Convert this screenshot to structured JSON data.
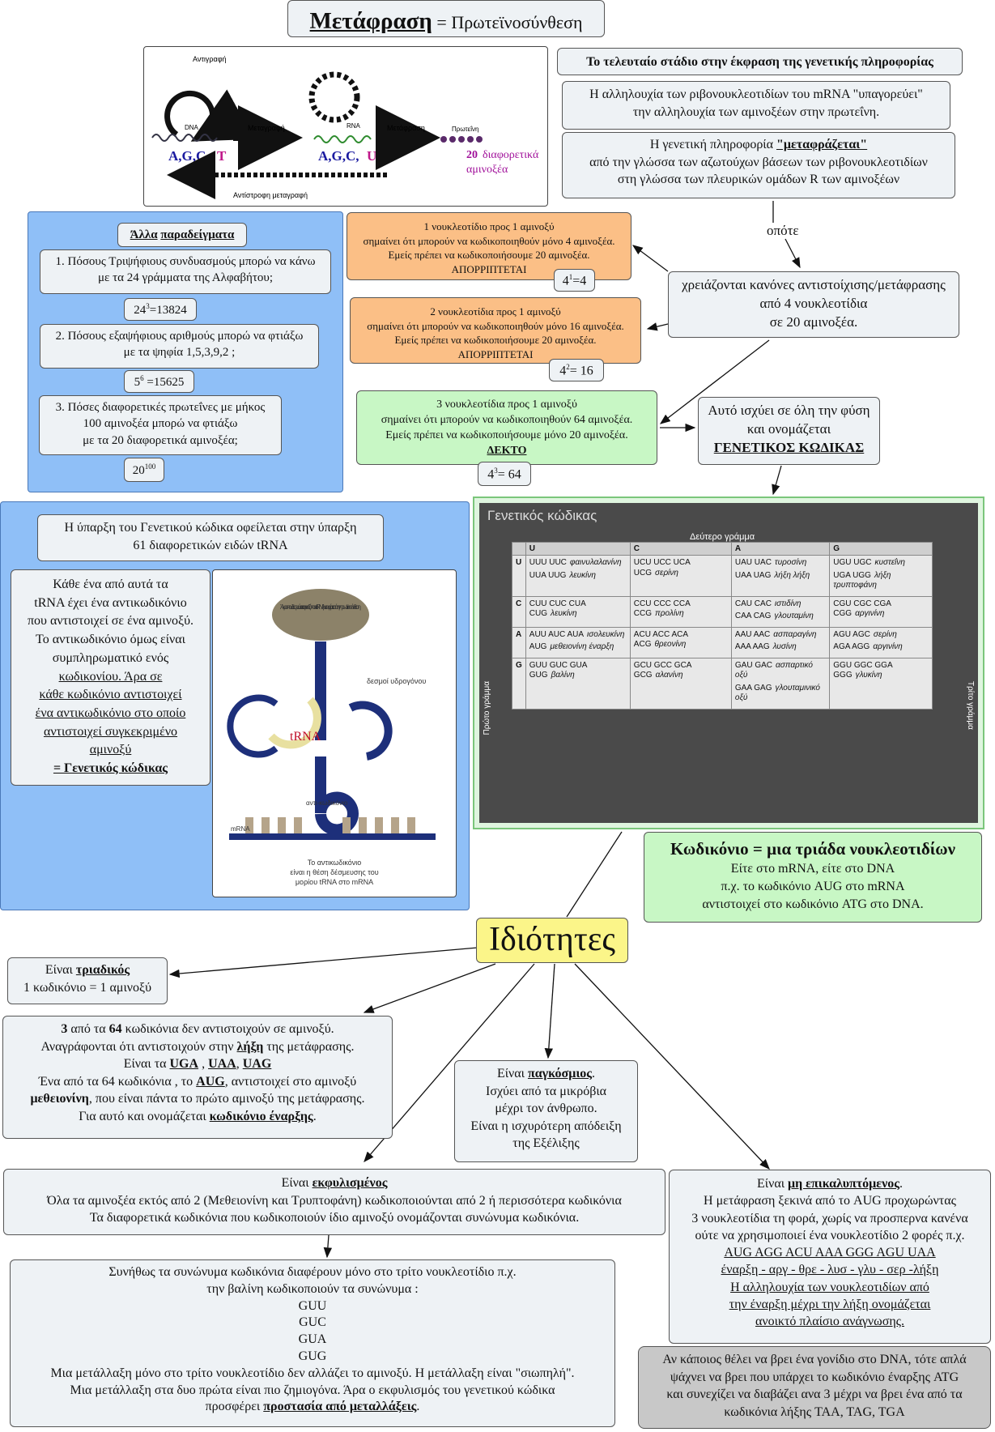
{
  "title": {
    "main": "Μετάφραση",
    "rest": " = Πρωτεϊνοσύνθεση"
  },
  "flow": {
    "replication": "Αντιγραφή",
    "transcription": "Μεταγραφή",
    "translation": "Μετάφραση",
    "reverse": "Αντίστροφη μεταγραφή",
    "dna": "DNA",
    "rna": "RNA",
    "protein": "Πρωτεΐνη",
    "dna_bases": "A,G,C,",
    "dna_t": "T",
    "rna_bases": "A,G,C,",
    "rna_u": "U",
    "aa_num": "20",
    "aa_text": "διαφορετικά",
    "aa_text2": "αμινοξέα"
  },
  "heading_right": "Το τελευταίο στάδιο στην έκφραση της γενετικής πληροφορίας",
  "seq_box": {
    "l1": "Η αλληλουχία των ριβονουκλεοτιδίων του mRNA \"υπαγορεύει\"",
    "l2": "την αλληλουχία των αμινοξέων στην πρωτεΐνη."
  },
  "translate_box": {
    "l1a": "Η γενετική πληροφορία ",
    "l1b": "\"μεταφράζεται\"",
    "l2": "από την γλώσσα των αζωτούχων βάσεων των ριβονουκλεοτιδίων",
    "l3": "στη γλώσσα των πλευρικών ομάδων R των αμινοξέων"
  },
  "opote": "οπότε",
  "rules_box": {
    "l1": "χρειάζονται κανόνες αντιστοίχισης/μετάφρασης",
    "l2": "από 4 νουκλεοτίδια",
    "l3": "σε 20 αμινοξέα."
  },
  "nature_box": {
    "l1": "Αυτό ισχύει σε όλη την φύση",
    "l2": "και ονομάζεται",
    "l3": "ΓΕΝΕΤΙΚΟΣ ΚΩΔΙΚΑΣ"
  },
  "opt1": {
    "l1": "1 νουκλεοτίδιο προς 1 αμινοξύ",
    "l2": "σημαίνει ότι μπορούν να κωδικοποιηθούν μόνο 4 αμινοξέα.",
    "l3": "Εμείς πρέπει να κωδικοποιήσουμε 20 αμινοξέα.",
    "l4": "ΑΠΟΡΡΙΠΤΕΤΑΙ",
    "pow_base": "4",
    "pow_exp": "1",
    "pow_res": "=4"
  },
  "opt2": {
    "l1": "2 νουκλεοτίδια προς 1 αμινοξύ",
    "l2": "σημαίνει ότι μπορούν να κωδικοποιηθούν μόνο 16 αμινοξέα.",
    "l3": "Εμείς πρέπει να κωδικοποιήσουμε 20 αμινοξέα.",
    "l4": "ΑΠΟΡΡΙΠΤΕΤΑΙ",
    "pow_base": "4",
    "pow_exp": "2",
    "pow_res": "= 16"
  },
  "opt3": {
    "l1": "3 νουκλεοτίδια προς 1 αμινοξύ",
    "l2": "σημαίνει ότι μπορούν να κωδικοποιηθούν 64 αμινοξέα.",
    "l3": "Εμείς πρέπει να κωδικοποιήσουμε μόνο 20 αμινοξέα.",
    "l4": "ΔΕΚΤΟ",
    "pow_base": "4",
    "pow_exp": "3",
    "pow_res": "= 64"
  },
  "examples": {
    "title_a": "Άλλα",
    "title_b": "παραδείγματα",
    "e1": "1. Πόσους Τριψήφιους συνδυασμούς μπορώ να κάνω",
    "e1b": "με τα 24 γράμματα της Αλφαβήτου;",
    "r1_base": "24",
    "r1_exp": "3",
    "r1_res": "=13824",
    "e2": "2. Πόσους εξαψήφιους αριθμούς μπορώ να φτιάξω",
    "e2b": "με τα ψηφία 1,5,3,9,2 ;",
    "r2_base": "5",
    "r2_exp": "6",
    "r2_res": " =15625",
    "e3": "3. Πόσες διαφορετικές πρωτεΐνες με μήκος",
    "e3b": "100 αμινοξέα  μπορώ να φτιάξω",
    "e3c": "με τα 20 διαφορετικά αμινοξέα;",
    "r3_base": "20",
    "r3_exp": "100"
  },
  "trna": {
    "head1": "Η ύπαρξη του Γενετικού κώδικα οφείλεται στην ύπαρξη",
    "head2": "61 διαφορετικών ειδών tRNA",
    "t1": "Κάθε ένα από αυτά τα",
    "t2": "tRNA έχει ένα αντικωδικόνιο",
    "t3": "που αντιστοιχεί σε ένα αμινοξύ.",
    "t4": "Το αντικωδικόνιο όμως είναι",
    "t5": "συμπληρωματικό ενός",
    "t6": "κωδικονίου. Άρα σε",
    "t7": "κάθε κωδικόνιο αντιστοιχεί",
    "t8": "ένα αντικωδικόνιο στο οποίο",
    "t9": "αντιστοιχεί συγκεκριμένο",
    "t10": "αμινοξύ ",
    "t11": "= Γενετικός κώδικας",
    "img_top": "Άκρο που δεσμεύεται το αμινοξύ που το tRNA μεταφέρει κατά την πρωτεϊνοσύνθεση",
    "img_h": "δεσμοί υδρογόνου",
    "img_label": "tRNA",
    "img_anti": "αντι-κωδικόνιο",
    "img_mrna": "mRNA",
    "img_cap1": "Το αντικωδικόνιο",
    "img_cap2": "είναι η θέση δέσμευσης του",
    "img_cap3": "μορίου tRNA στο mRNA"
  },
  "genetic_code": {
    "title": "Γενετικός κώδικας",
    "second": "Δεύτερο γράμμα",
    "first": "Πρώτο γράμμα",
    "third": "Τρίτο γράμμα",
    "cols": [
      "U",
      "C",
      "A",
      "G"
    ],
    "rows": [
      {
        "first": "U",
        "cells": [
          [
            "UUU UUC",
            "φαινυλαλανίνη",
            "UUA UUG",
            "λευκίνη"
          ],
          [
            "UCU UCC UCA UCG",
            "σερίνη",
            "",
            ""
          ],
          [
            "UAU UAC",
            "τυροσίνη",
            "UAA UAG",
            "λήξη λήξη"
          ],
          [
            "UGU UGC",
            "κυστεΐνη",
            "UGA UGG",
            "λήξη τρυπτοφάνη"
          ]
        ]
      },
      {
        "first": "C",
        "cells": [
          [
            "CUU CUC CUA CUG",
            "λευκίνη",
            "",
            ""
          ],
          [
            "CCU CCC CCA CCG",
            "προλίνη",
            "",
            ""
          ],
          [
            "CAU CAC",
            "ιστιδίνη",
            "CAA CAG",
            "γλουταμίνη"
          ],
          [
            "CGU CGC CGA CGG",
            "αργινίνη",
            "",
            ""
          ]
        ]
      },
      {
        "first": "A",
        "cells": [
          [
            "AUU AUC AUA",
            "ισολευκίνη",
            "AUG",
            "μεθειονίνη έναρξη"
          ],
          [
            "ACU ACC ACA ACG",
            "θρεονίνη",
            "",
            ""
          ],
          [
            "AAU AAC",
            "ασπαραγίνη",
            "AAA AAG",
            "λυσίνη"
          ],
          [
            "AGU AGC",
            "σερίνη",
            "AGA AGG",
            "αργινίνη"
          ]
        ]
      },
      {
        "first": "G",
        "cells": [
          [
            "GUU GUC GUA GUG",
            "βαλίνη",
            "",
            ""
          ],
          [
            "GCU GCC GCA GCG",
            "αλανίνη",
            "",
            ""
          ],
          [
            "GAU GAC",
            "ασπαρτικό οξύ",
            "GAA GAG",
            "γλουταμινικό οξύ"
          ],
          [
            "GGU GGC GGA GGG",
            "γλυκίνη",
            "",
            ""
          ]
        ]
      }
    ]
  },
  "codon_def": {
    "l1": "Κωδικόνιο = μια τριάδα νουκλεοτιδίων",
    "l2": "Είτε στο mRNA, είτε στο DNA",
    "l3": "π.χ. το κωδικόνιο AUG στο mRNA",
    "l4": "αντιστοιχεί στο κωδικόνιο ATG στο DNA."
  },
  "properties": "Ιδιότητες",
  "triadic": {
    "a": "Είναι ",
    "b": "τριαδικός",
    "l2": "1 κωδικόνιο = 1 αμινοξύ"
  },
  "stop": {
    "l1a": "3",
    "l1b": " από τα ",
    "l1c": "64",
    "l1d": " κωδικόνια δεν αντιστοιχούν σε αμινοξύ.",
    "l2a": "Αναγράφονται ότι αντιστοιχούν στην ",
    "l2b": "λήξη",
    "l2c": " της μετάφρασης.",
    "l3a": "Είναι τα ",
    "l3b": "UGA",
    "l3c": " , ",
    "l3d": "UAA",
    "l3e": ", ",
    "l3f": "UAG",
    "l4a": "Ένα από τα 64 κωδικόνια , το ",
    "l4b": "AUG",
    "l4c": ", αντιστοιχεί στο αμινοξύ",
    "l5a": "μεθειονίνη",
    "l5b": ", που είναι πάντα το πρώτο αμινοξύ της μετάφρασης.",
    "l6a": "Για αυτό και ονομάζεται ",
    "l6b": "κωδικόνιο έναρξης",
    "l6c": "."
  },
  "universal": {
    "a": "Είναι ",
    "b": "παγκόσμιος",
    "c": ".",
    "l2": "Ισχύει από τα μικρόβια",
    "l3": "μέχρι τον άνθρωπο.",
    "l4": "Είναι η ισχυρότερη απόδειξη",
    "l5": "της Εξέλιξης"
  },
  "degenerate": {
    "a": "Είναι ",
    "b": "εκφυλισμένος",
    "l2": "Όλα τα αμινοξέα εκτός από 2 (Μεθειονίνη και Τρυπτοφάνη) κωδικοποιούνται από 2 ή περισσότερα κωδικόνια",
    "l3": "Τα διαφορετικά κωδικόνια που κωδικοποιούν ίδιο αμινοξύ ονομάζονται συνώνυμα κωδικόνια."
  },
  "synonyms": {
    "l1": "Συνήθως τα συνώνυμα κωδικόνια διαφέρουν μόνο στο τρίτο νουκλεοτίδιο π.χ.",
    "l2": "την βαλίνη κωδικοποιούν τα συνώνυμα :",
    "c1": "GUU",
    "c2": "GUC",
    "c3": "GUA",
    "c4": "GUG",
    "l3": "Μια μετάλλαξη μόνο στο τρίτο νουκλεοτίδιο δεν αλλάζει το αμινοξύ. Η μετάλλαξη είναι \"σιωπηλή\".",
    "l4": "Μια μετάλλαξη στα δυο πρώτα είναι πιο ζημιογόνα. Άρα ο εκφυλισμός του γενετικού κώδικα",
    "l5a": "προσφέρει ",
    "l5b": "προστασία από μεταλλάξεις",
    "l5c": "."
  },
  "nonoverlap": {
    "a": "Είναι ",
    "b": "μη επικαλυπτόμενος",
    "c": ".",
    "l2": "Η μετάφραση ξεκινά από το AUG προχωρώντας",
    "l3": "3 νουκλεοτίδια τη φορά, χωρίς να προσπερνα κανένα",
    "l4": "ούτε να χρησιμοποιεί ένα νουκλεοτίδιο 2 φορές π.χ.",
    "l5": "AUG AGG ACU AAA GGG AGU UAA",
    "l6": "έναρξη - αργ - θρε - λυσ - γλυ - σερ -λήξη",
    "l7": "Η αλληλουχία των νουκλεοτιδίων από",
    "l8": "την έναρξη μέχρι την λήξη ονομάζεται",
    "l9": "ανοικτό πλαίσιο ανάγνωσης."
  },
  "dna_note": {
    "l1": "Αν κάποιος θέλει να βρει ένα γονίδιο στο DNA, τότε απλά",
    "l2": "ψάχνει να βρει που υπάρχει το κωδικόνιο έναρξης ATG",
    "l3": "και συνεχίζει να διαβάζει ανα 3 μέχρι να βρει ένα από τα",
    "l4": "κωδικόνια λήξης TAA, TAG, TGA"
  },
  "colors": {
    "orange": "#fbbf86",
    "green": "#c8f7c5",
    "blue": "#8fbff7",
    "yellow": "#fbf589",
    "grey": "#eef2f5"
  }
}
